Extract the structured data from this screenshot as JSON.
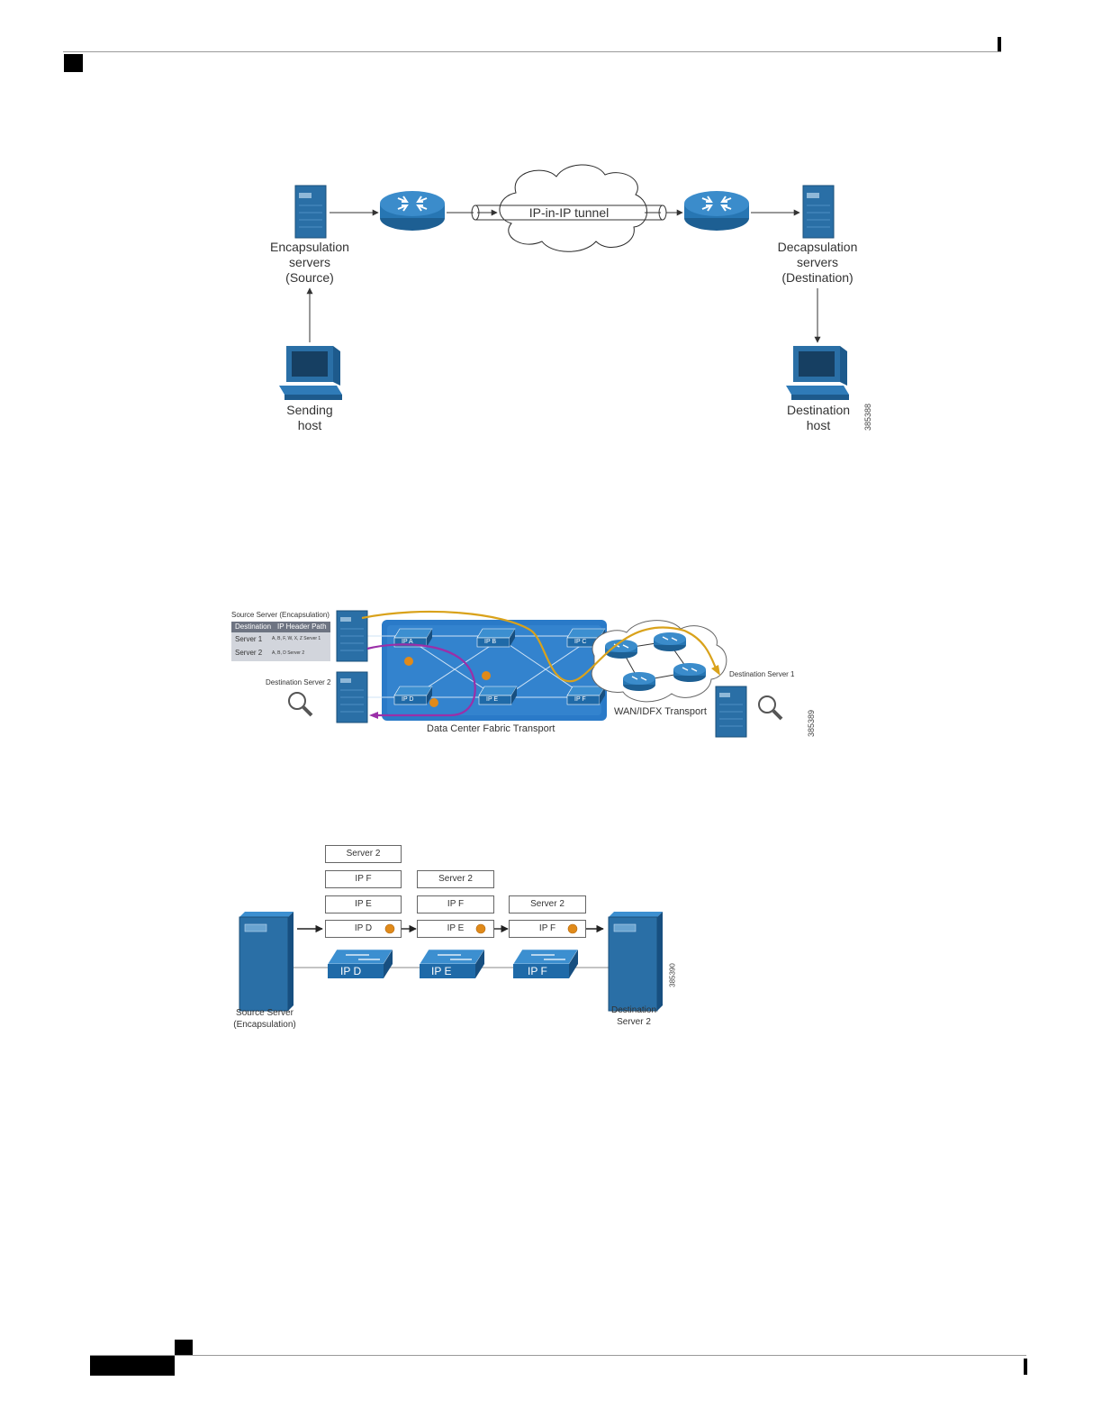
{
  "fig1": {
    "tunnel_label": "IP-in-IP tunnel",
    "encap": [
      "Encapsulation",
      "servers",
      "(Source)"
    ],
    "decap": [
      "Decapsulation",
      "servers",
      "(Destination)"
    ],
    "sending": [
      "Sending",
      "host"
    ],
    "destination": [
      "Destination",
      "host"
    ],
    "fig_id": "385388"
  },
  "fig2": {
    "source_title": "Source Server (Encapsulation)",
    "table_header": [
      "Destination",
      "IP Header Path"
    ],
    "table_rows": [
      {
        "dest": "Server 1",
        "path": "A, B, F, W, X, Z Server 1"
      },
      {
        "dest": "Server 2",
        "path": "A, B, D Server 2"
      }
    ],
    "dest_server_2": "Destination Server 2",
    "dest_server_1": "Destination Server 1",
    "fabric_label": "Data Center Fabric Transport",
    "wan_label": "WAN/IDFX Transport",
    "switches": [
      "IP A",
      "IP B",
      "IP C",
      "IP D",
      "IP E",
      "IP F"
    ],
    "fig_id": "385389"
  },
  "fig3": {
    "stack1": [
      "Server 2",
      "IP F",
      "IP E",
      "IP D"
    ],
    "stack2": [
      "Server 2",
      "IP F",
      "IP E"
    ],
    "stack3": [
      "Server 2",
      "IP F"
    ],
    "switches": [
      "IP D",
      "IP E",
      "IP F"
    ],
    "source": [
      "Source Server",
      "(Encapsulation)"
    ],
    "dest": [
      "Destination",
      "Server 2"
    ],
    "fig_id": "385390"
  },
  "colors": {
    "cisco_blue": "#1f6fa8",
    "fabric_blue": "#2a7ac8",
    "path_yellow": "#d9a21b",
    "path_purple": "#9b2fa8",
    "orange_dot": "#e08a1a"
  }
}
